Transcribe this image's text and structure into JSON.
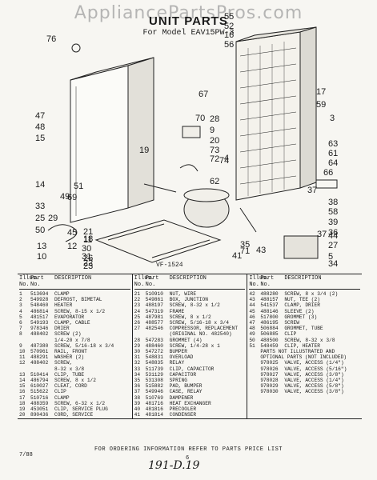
{
  "header": {
    "watermark": "AppliancePartsPros.com",
    "title": "UNIT PARTS",
    "model_line": "For Model EAV15PW-3"
  },
  "diagram": {
    "figure_code": "VF-1524",
    "callouts": [
      "55",
      "52",
      "16",
      "56",
      "76",
      "17",
      "59",
      "3",
      "47",
      "48",
      "15",
      "28",
      "9",
      "20",
      "73",
      "19",
      "72",
      "74",
      "62",
      "63",
      "61",
      "64",
      "66",
      "14",
      "37",
      "38",
      "58",
      "39",
      "33",
      "25",
      "50",
      "44",
      "31",
      "30",
      "21",
      "27",
      "5",
      "35",
      "34",
      "36",
      "29",
      "45",
      "18",
      "26",
      "23",
      "69",
      "49",
      "67",
      "70",
      "71",
      "41",
      "43",
      "10",
      "12",
      "13",
      "11",
      "22",
      "51",
      "37",
      "4"
    ]
  },
  "table": {
    "headers": {
      "no": "Illus. No.",
      "part": "Part No.",
      "desc": "DESCRIPTION"
    },
    "col1": [
      [
        "1",
        "513694",
        "CLAMP"
      ],
      [
        "2",
        "549928",
        "DEFROST, BIMETAL"
      ],
      [
        "3",
        "548460",
        "HEATER"
      ],
      [
        "4",
        "486814",
        "SCREW, 8-15 x 1/2"
      ],
      [
        "5",
        "481517",
        "EVAPORATOR"
      ],
      [
        "6",
        "549193",
        "CLAMP, CABLE"
      ],
      [
        "7",
        "978346",
        "DRIER"
      ],
      [
        "8",
        "488402",
        "SCREW (2)"
      ],
      [
        "",
        "",
        "1/4-20 x 7/8"
      ],
      [
        "9",
        "487380",
        "SCREW, 5/16-18 x 3/4"
      ],
      [
        "10",
        "570961",
        "RAIL, FRONT"
      ],
      [
        "11",
        "488291",
        "WASHER (2)"
      ],
      [
        "12",
        "488402",
        "SCREW,"
      ],
      [
        "",
        "",
        "8-32 x 3/8"
      ],
      [
        "13",
        "510414",
        "CLIP, TUBE"
      ],
      [
        "14",
        "486794",
        "SCREW, 8 x 1/2"
      ],
      [
        "15",
        "610027",
        "CLEAT, CORD"
      ],
      [
        "16",
        "515622",
        "CLIP"
      ],
      [
        "17",
        "510716",
        "CLAMP"
      ],
      [
        "18",
        "488359",
        "SCREW, 6-32 x 1/2"
      ],
      [
        "19",
        "453051",
        "CLIP, SERVICE PLUG"
      ],
      [
        "20",
        "890436",
        "CORD, SERVICE"
      ]
    ],
    "col2": [
      [
        "21",
        "510910",
        "NUT, WIRE"
      ],
      [
        "22",
        "549861",
        "BOX, JUNCTION"
      ],
      [
        "23",
        "488197",
        "SCREW, 8-32 x 1/2"
      ],
      [
        "24",
        "547319",
        "FRAME"
      ],
      [
        "25",
        "487981",
        "SCREW, 8 x 1/2"
      ],
      [
        "26",
        "488577",
        "SCREW, 5/16-18 x 3/4"
      ],
      [
        "27",
        "482546",
        "COMPRESSOR, REPLACEMENT"
      ],
      [
        "",
        "",
        "(ORIGINAL NO. 482540)"
      ],
      [
        "28",
        "547283",
        "GROMMET (4)"
      ],
      [
        "29",
        "488460",
        "SCREW, 1/4-28 x 1"
      ],
      [
        "30",
        "547272",
        "BUMPER"
      ],
      [
        "31",
        "548831",
        "OVERLOAD"
      ],
      [
        "32",
        "548835",
        "RELAY"
      ],
      [
        "33",
        "511739",
        "CLIP, CAPACITOR"
      ],
      [
        "34",
        "531129",
        "CAPACITOR"
      ],
      [
        "35",
        "531308",
        "SPRING"
      ],
      [
        "36",
        "515882",
        "PAD, BUMPER"
      ],
      [
        "37",
        "549946",
        "CASE, RELAY"
      ],
      [
        "38",
        "510769",
        "DAMPENER"
      ],
      [
        "39",
        "481716",
        "HEAT EXCHANGER"
      ],
      [
        "40",
        "481816",
        "PRECOOLER"
      ],
      [
        "41",
        "481814",
        "CONDENSER"
      ]
    ],
    "col3": [
      [
        "42",
        "488280",
        "SCREW, 8 x 3/4 (2)"
      ],
      [
        "43",
        "488157",
        "NUT, TEE (2)"
      ],
      [
        "44",
        "541537",
        "CLAMP, DRIER"
      ],
      [
        "45",
        "488146",
        "SLEEVE (2)"
      ],
      [
        "46",
        "517800",
        "GROMMET (3)"
      ],
      [
        "47",
        "486195",
        "SCREW"
      ],
      [
        "48",
        "506884",
        "GROMMET, TUBE"
      ],
      [
        "49",
        "506885",
        "CLIP"
      ],
      [
        "50",
        "488500",
        "SCREW, 8-32 x 3/8"
      ],
      [
        "51",
        "548459",
        "CLIP, HEATER"
      ]
    ],
    "col3_note_1": "PARTS NOT ILLUSTRATED AND",
    "col3_note_2": "OPTIONAL PARTS (NOT INCLUDED)",
    "col3_extra": [
      [
        "",
        "978025",
        "VALVE, ACCESS (1/4\")"
      ],
      [
        "",
        "978026",
        "VALVE, ACCESS (5/16\")"
      ],
      [
        "",
        "978027",
        "VALVE, ACCESS (3/8\")"
      ],
      [
        "",
        "978028",
        "VALVE, ACCESS (1/4\")"
      ],
      [
        "",
        "978029",
        "VALVE, ACCESS (5/8\")"
      ],
      [
        "",
        "978030",
        "VALVE, ACCESS (3/8\")"
      ]
    ]
  },
  "footer": {
    "ordering_note": "FOR ORDERING INFORMATION REFER TO PARTS PRICE LIST",
    "page_number": "6",
    "handwritten_code": "191-D.19",
    "doc_code": "7/88"
  }
}
